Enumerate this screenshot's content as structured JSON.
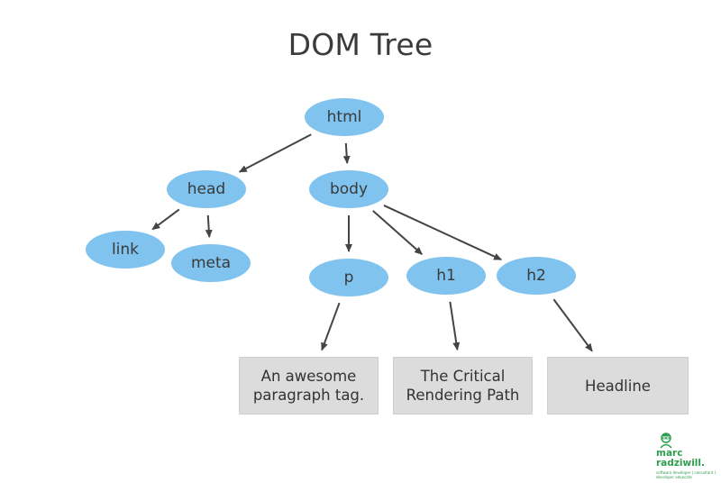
{
  "title": "DOM Tree",
  "colors": {
    "node_fill": "#7fc3ee",
    "box_fill": "#dcdcdc",
    "arrow": "#444444",
    "logo_green": "#2e9e4f"
  },
  "nodes": {
    "html": "html",
    "head": "head",
    "body": "body",
    "link": "link",
    "meta": "meta",
    "p": "p",
    "h1": "h1",
    "h2": "h2"
  },
  "text_boxes": {
    "p_text": "An awesome\nparagraph tag.",
    "h1_text": "The Critical\nRendering Path",
    "h2_text": "Headline"
  },
  "edges": [
    [
      "html",
      "head"
    ],
    [
      "html",
      "body"
    ],
    [
      "head",
      "link"
    ],
    [
      "head",
      "meta"
    ],
    [
      "body",
      "p"
    ],
    [
      "body",
      "h1"
    ],
    [
      "body",
      "h2"
    ],
    [
      "p",
      "p_text"
    ],
    [
      "h1",
      "h1_text"
    ],
    [
      "h2",
      "h2_text"
    ]
  ],
  "logo": {
    "name": "marc\nradziwill.",
    "tagline": "software developer | consultant |\ndeveloper advocate",
    "icon": "person-avatar-icon"
  }
}
